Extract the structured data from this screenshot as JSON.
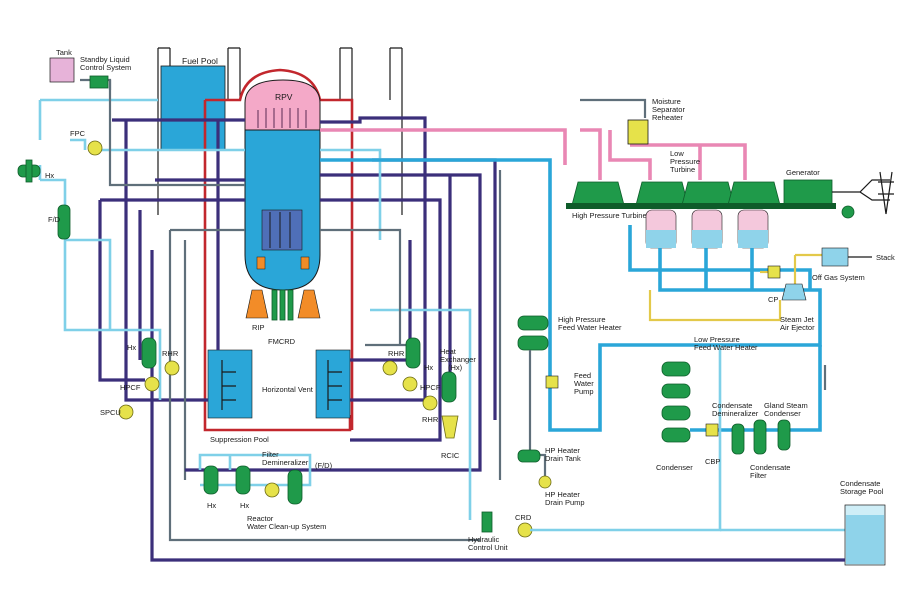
{
  "labels": {
    "tank": "Tank",
    "standby_liquid": "Standby Liquid\nControl System",
    "fuel_pool": "Fuel Pool",
    "rpv": "RPV",
    "fpc": "FPC",
    "hx_left": "Hx",
    "fd_left": "F/D",
    "rip": "RIP",
    "fmcrd": "FMCRD",
    "hx_rhr_left": "Hx",
    "rhr_left": "RHR",
    "hpcf_left": "HPCF",
    "spcu": "SPCU",
    "horizontal_vent": "Horizontal Vent",
    "suppression_pool": "Suppression Pool",
    "rhr_right": "RHR",
    "hx_rhr_right": "Hx",
    "heat_exchanger": "Heat\nExchanger\n(Hx)",
    "hpcf_right": "HPCF",
    "rhr_right2": "RHR",
    "rcic": "RCIC",
    "filter_demineralizer": "Filter\nDemineralizer",
    "fd_cleanup": "(F/D)",
    "hx_cu1": "Hx",
    "hx_cu2": "Hx",
    "reactor_cleanup": "Reactor\nWater Clean-up System",
    "hydraulic_control": "Hydraulic\nControl Unit",
    "crd": "CRD",
    "moisture_separator": "Moisture\nSeparator\nReheater",
    "low_pressure_turbine": "Low\nPressure\nTurbine",
    "generator": "Generator",
    "high_pressure_turbine": "High Pressure Turbine",
    "hp_feed_heater": "High Pressure\nFeed Water Heater",
    "feed_water_pump": "Feed\nWater\nPump",
    "hp_heater_drain_tank": "HP Heater\nDrain Tank",
    "hp_heater_drain_pump": "HP Heater\nDrain Pump",
    "lp_feed_heater": "Low Pressure\nFeed Water Heater",
    "condensate_demineralizer": "Condensate\nDemineralizer",
    "gland_steam_condenser": "Gland Steam\nCondenser",
    "condenser": "Condenser",
    "cbp": "CBP",
    "condensate_filter": "Condensate\nFilter",
    "cp": "CP",
    "steam_jet_ejector": "Steam Jet\nAir Ejector",
    "off_gas": "Off Gas System",
    "stack": "Stack",
    "condensate_storage": "Condensate\nStorage Pool"
  },
  "colors": {
    "steam": "#f4a9c8",
    "water_deep": "#2aa6d8",
    "water_light": "#8fd3ea",
    "pipe_purple": "#3b2f7a",
    "component_green": "#1f9a4a",
    "pump_yellow": "#e6e24a",
    "fuel_orange": "#f28c28",
    "tank_lilac": "#e7b3d9",
    "containment_red": "#c2272d"
  }
}
